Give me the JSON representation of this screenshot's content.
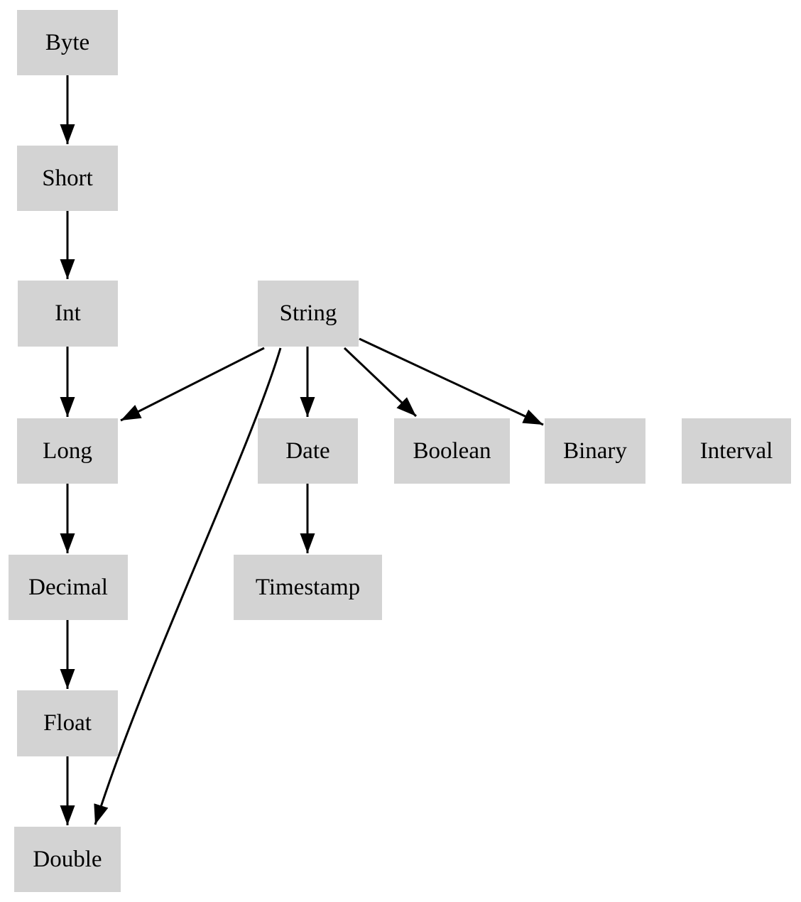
{
  "diagram": {
    "description": "Type conversion hierarchy diagram",
    "colors": {
      "node_fill": "#d3d3d3",
      "edge": "#000000",
      "background": "#ffffff",
      "text": "#000000"
    },
    "nodes": {
      "byte": {
        "label": "Byte"
      },
      "short": {
        "label": "Short"
      },
      "int": {
        "label": "Int"
      },
      "long": {
        "label": "Long"
      },
      "decimal": {
        "label": "Decimal"
      },
      "float": {
        "label": "Float"
      },
      "double": {
        "label": "Double"
      },
      "string": {
        "label": "String"
      },
      "date": {
        "label": "Date"
      },
      "timestamp": {
        "label": "Timestamp"
      },
      "boolean": {
        "label": "Boolean"
      },
      "binary": {
        "label": "Binary"
      },
      "interval": {
        "label": "Interval"
      }
    },
    "edges": [
      {
        "from": "Byte",
        "to": "Short"
      },
      {
        "from": "Short",
        "to": "Int"
      },
      {
        "from": "Int",
        "to": "Long"
      },
      {
        "from": "Long",
        "to": "Decimal"
      },
      {
        "from": "Decimal",
        "to": "Float"
      },
      {
        "from": "Float",
        "to": "Double"
      },
      {
        "from": "String",
        "to": "Long"
      },
      {
        "from": "String",
        "to": "Double"
      },
      {
        "from": "String",
        "to": "Date"
      },
      {
        "from": "String",
        "to": "Boolean"
      },
      {
        "from": "String",
        "to": "Binary"
      },
      {
        "from": "Date",
        "to": "Timestamp"
      }
    ]
  }
}
